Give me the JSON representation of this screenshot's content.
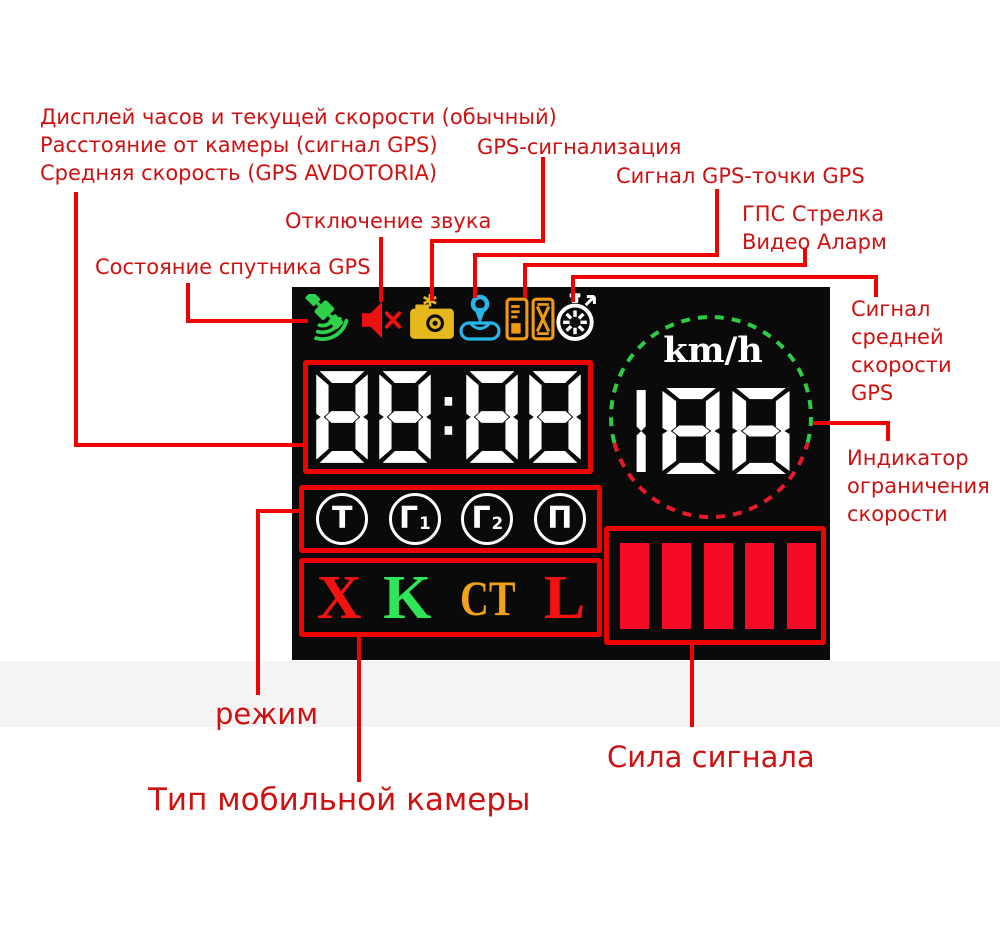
{
  "annotations": {
    "clock_block": [
      "Дисплей часов и текущей скорости (обычный)",
      "Расстояние от камеры (сигнал GPS)",
      "Средняя скорость (GPS AVDOTORIA)"
    ],
    "gps_alarm": "GPS-сигнализация",
    "gps_point": "Сигнал GPS-точки GPS",
    "strelka": [
      "ГПС Стрелка",
      "Видео Аларм"
    ],
    "mute": "Отключение звука",
    "satellite": "Состояние спутника GPS",
    "avg_speed_signal": [
      "Сигнал",
      "средней",
      "скорости",
      "GPS"
    ],
    "speed_limit": [
      "Индикатор",
      "ограничения",
      "скорости"
    ],
    "mode": "режим",
    "camera_type": "Тип мобильной камеры",
    "signal_strength": "Сила сигнала"
  },
  "display": {
    "clock_value": "88:88",
    "speed_unit": "km/h",
    "speed_value": "188",
    "mode_buttons": [
      {
        "main": "Т",
        "sub": ""
      },
      {
        "main": "Г",
        "sub": "1"
      },
      {
        "main": "Г",
        "sub": "2"
      },
      {
        "main": "П",
        "sub": ""
      }
    ],
    "camera_types": [
      {
        "label": "X",
        "color": "#f21212"
      },
      {
        "label": "K",
        "color": "#2ee658"
      },
      {
        "label": "CT",
        "color": "#f2a216"
      },
      {
        "label": "L",
        "color": "#f21212"
      }
    ],
    "signal_bars": 5,
    "icons": [
      "satellite-status",
      "mute",
      "camera-alarm",
      "gps-point",
      "strelka-video-alarm",
      "average-speed-timer"
    ]
  },
  "colors": {
    "annotation_text": "#cf1111",
    "annotation_line": "#ee0202",
    "panel_background": "#0a0a0a",
    "segment_digits": "#ffffff",
    "signal_bar": "#f50a28",
    "circle_green": "#2ecc44",
    "circle_red": "#e81a28",
    "icon_satellite": "#2ed24a",
    "icon_mute": "#ee1111",
    "icon_camera": "#e6b81e",
    "icon_gps_point": "#29b4e6",
    "icon_strelka": "#f09a12",
    "icon_timer": "#ffffff"
  }
}
